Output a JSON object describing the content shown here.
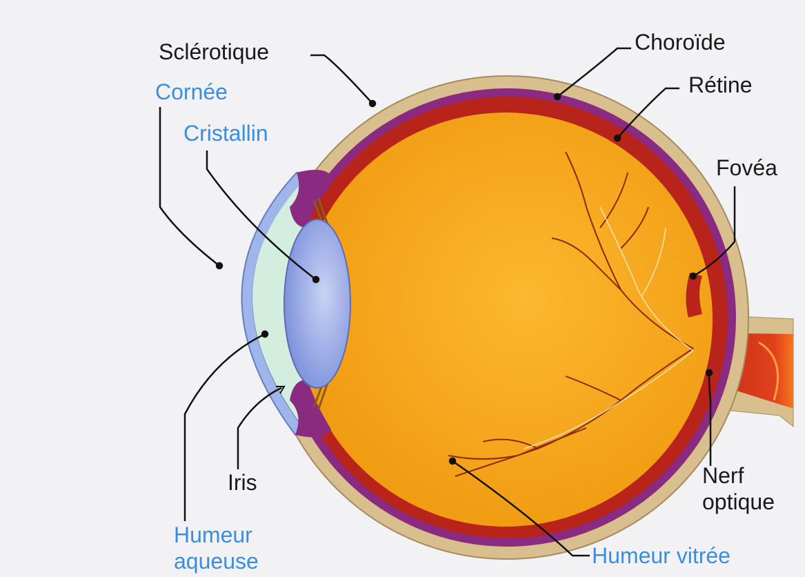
{
  "labels": {
    "sclerotique": "Sclérotique",
    "choroide": "Choroïde",
    "retine": "Rétine",
    "cornee": "Cornée",
    "cristallin": "Cristallin",
    "fovea": "Fovéa",
    "iris": "Iris",
    "nerf_optique": [
      "Nerf",
      "optique"
    ],
    "humeur_aqueuse": [
      "Humeur",
      "aqueuse"
    ],
    "humeur_vitree": "Humeur vitrée"
  },
  "colors": {
    "label_black": "#1a1a1a",
    "label_blue": "#3a8ee0",
    "sclera": "#d9bf8e",
    "choroid": "#8a2a80",
    "retina": "#b8231a",
    "vitreous": "#f5a515",
    "cornea": "#9fb6ea",
    "aqueous": "#d3eedf",
    "lens": "#8c9fe3"
  }
}
